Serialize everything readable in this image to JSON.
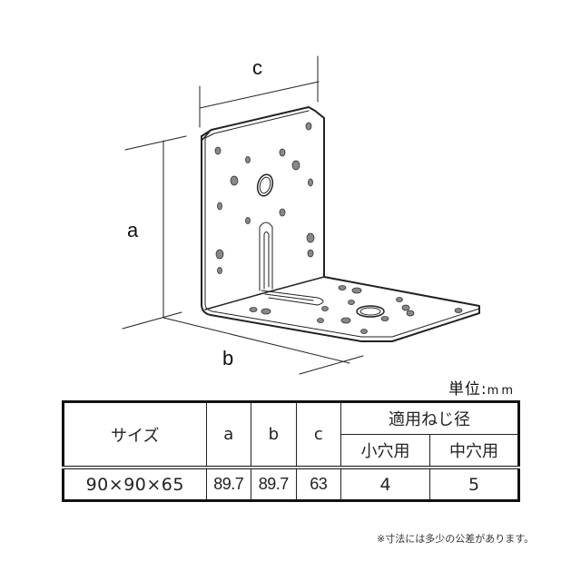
{
  "drawing": {
    "labels": {
      "a": "a",
      "b": "b",
      "c": "c"
    },
    "subject": "L-shaped angle bracket with holes and slot"
  },
  "unit_label": "単位:",
  "unit_value": "mm",
  "table": {
    "headers": {
      "size": "サイズ",
      "a": "a",
      "b": "b",
      "c": "c",
      "screw_group": "適用ねじ径",
      "small_hole": "小穴用",
      "medium_hole": "中穴用"
    },
    "rows": [
      {
        "size": "90×90×65",
        "a": "89.7",
        "b": "89.7",
        "c": "63",
        "small_hole": "4",
        "medium_hole": "5"
      }
    ]
  },
  "note": "※寸法には多少の公差があります。"
}
